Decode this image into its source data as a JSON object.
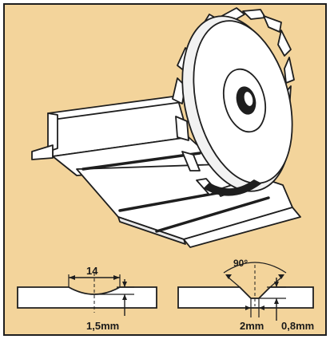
{
  "colors": {
    "background": "#f3d49b",
    "frame": "#1e1e1e",
    "metal": "#ffffff",
    "ink": "#1a1a1a"
  },
  "detail_left": {
    "width_label": "14",
    "depth_label": "1,5mm"
  },
  "detail_right": {
    "angle_label": "90°",
    "flat_label": "2mm",
    "depth_label": "0,8mm"
  }
}
